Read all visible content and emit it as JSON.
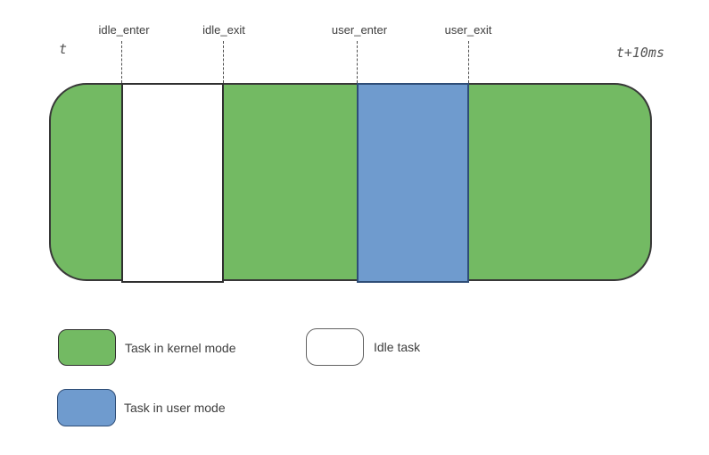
{
  "colors": {
    "kernel_mode_green": "#73ba63",
    "user_mode_blue": "#6f9bce",
    "idle_white": "#ffffff"
  },
  "timeline": {
    "start_label": "t",
    "end_label": "t+10ms",
    "markers": [
      {
        "label": "idle_enter"
      },
      {
        "label": "idle_exit"
      },
      {
        "label": "user_enter"
      },
      {
        "label": "user_exit"
      }
    ],
    "segments": [
      {
        "mode": "kernel",
        "from": "t",
        "to": "idle_enter"
      },
      {
        "mode": "idle",
        "from": "idle_enter",
        "to": "idle_exit"
      },
      {
        "mode": "kernel",
        "from": "idle_exit",
        "to": "user_enter"
      },
      {
        "mode": "user",
        "from": "user_enter",
        "to": "user_exit"
      },
      {
        "mode": "kernel",
        "from": "user_exit",
        "to": "t+10ms"
      }
    ]
  },
  "legend": {
    "items": [
      {
        "label": "Task in kernel mode",
        "color": "#73ba63"
      },
      {
        "label": "Idle task",
        "color": "#ffffff"
      },
      {
        "label": "Task in user mode",
        "color": "#6f9bce"
      }
    ]
  }
}
